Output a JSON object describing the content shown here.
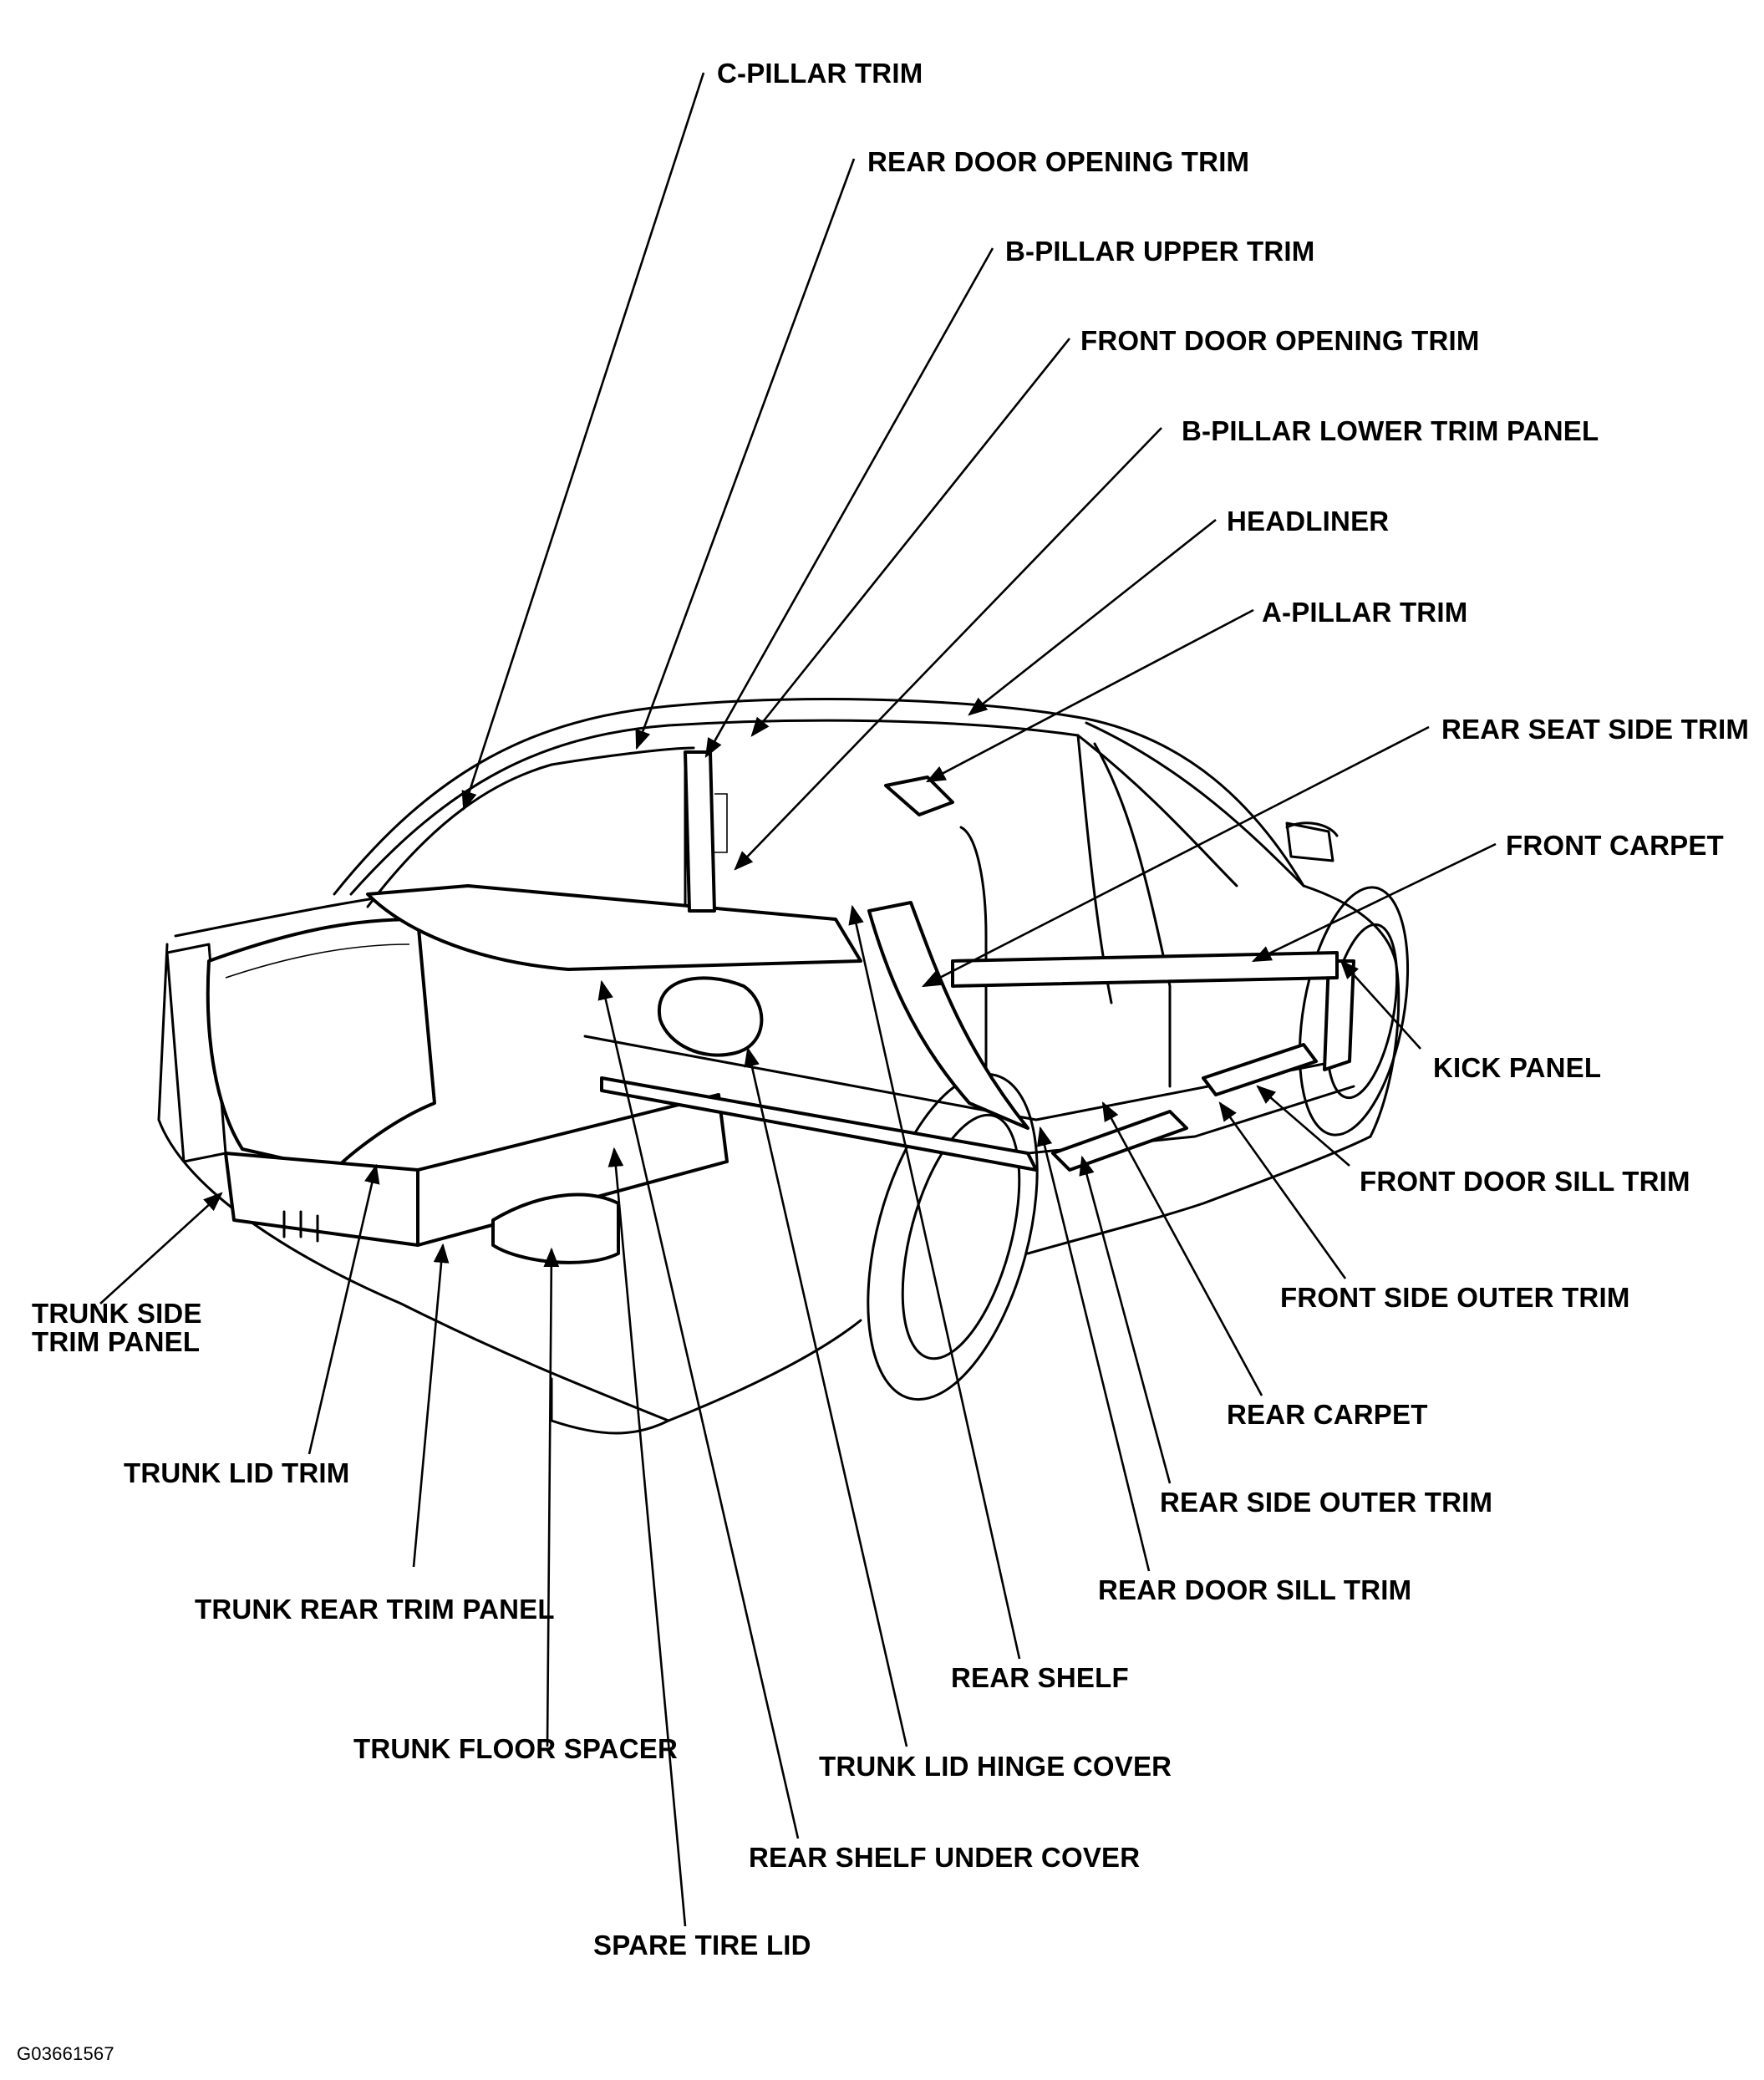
{
  "labels": {
    "c_pillar_trim": "C-PILLAR TRIM",
    "rear_door_opening_trim": "REAR DOOR OPENING TRIM",
    "b_pillar_upper_trim": "B-PILLAR UPPER TRIM",
    "front_door_opening_trim": "FRONT DOOR OPENING TRIM",
    "b_pillar_lower_trim_panel": "B-PILLAR LOWER TRIM PANEL",
    "headliner": "HEADLINER",
    "a_pillar_trim": "A-PILLAR TRIM",
    "rear_seat_side_trim": "REAR SEAT SIDE TRIM",
    "front_carpet": "FRONT CARPET",
    "kick_panel": "KICK PANEL",
    "front_door_sill_trim": "FRONT DOOR SILL TRIM",
    "front_side_outer_trim": "FRONT SIDE OUTER TRIM",
    "rear_carpet": "REAR CARPET",
    "rear_side_outer_trim": "REAR SIDE OUTER TRIM",
    "rear_door_sill_trim": "REAR DOOR SILL TRIM",
    "rear_shelf": "REAR SHELF",
    "trunk_lid_hinge_cover": "TRUNK LID HINGE COVER",
    "rear_shelf_under_cover": "REAR SHELF UNDER COVER",
    "spare_tire_lid": "SPARE TIRE LID",
    "trunk_floor_spacer": "TRUNK FLOOR SPACER",
    "trunk_rear_trim_panel": "TRUNK REAR TRIM PANEL",
    "trunk_lid_trim": "TRUNK LID TRIM",
    "trunk_side_trim_panel": "TRUNK SIDE TRIM PANEL"
  },
  "figure_id": "G03661567",
  "colors": {
    "ink": "#000000",
    "paper": "#ffffff"
  }
}
